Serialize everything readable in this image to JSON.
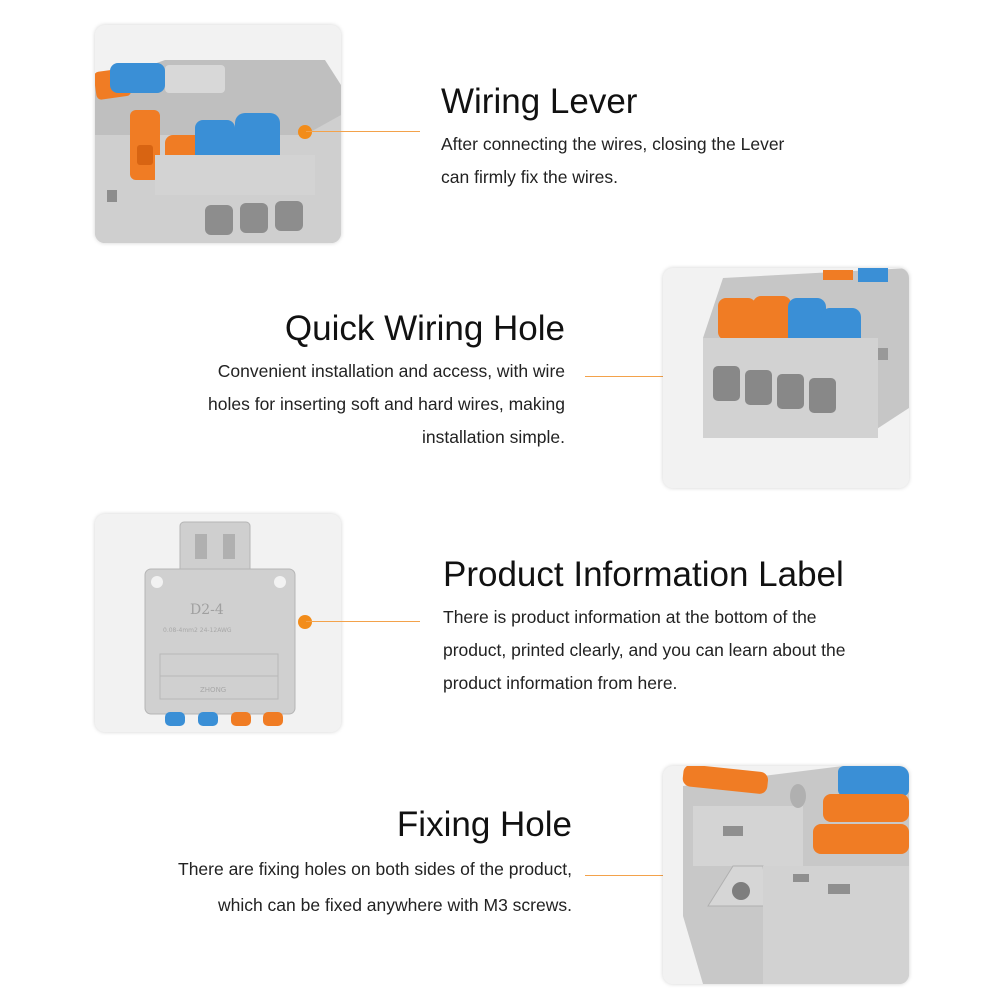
{
  "features": [
    {
      "title": "Wiring Lever",
      "line1": "After connecting the wires, closing the Lever",
      "line2": "can firmly fix the wires."
    },
    {
      "title": "Quick Wiring Hole",
      "line1": "Convenient installation and access, with wire",
      "line2": "holes for inserting soft and hard wires, making",
      "line3": "installation simple."
    },
    {
      "title": "Product Information Label",
      "line1": "There is product information at the bottom of the",
      "line2": "product, printed clearly, and you can learn about the",
      "line3": "product information from here."
    },
    {
      "title": "Fixing Hole",
      "line1": "There are fixing holes on both sides of the product,",
      "line2": "which can be fixed anywhere with M3 screws."
    }
  ],
  "label_print": {
    "model": "D2-4",
    "small_text": "0.08-4mm2 24-12AWG",
    "brand": "ZHONG"
  },
  "colors": {
    "accent_orange": "#f28c1a",
    "lever_blue": "#3a8fd6",
    "lever_orange": "#f07c24",
    "body_gray": "#c9c9c9"
  }
}
